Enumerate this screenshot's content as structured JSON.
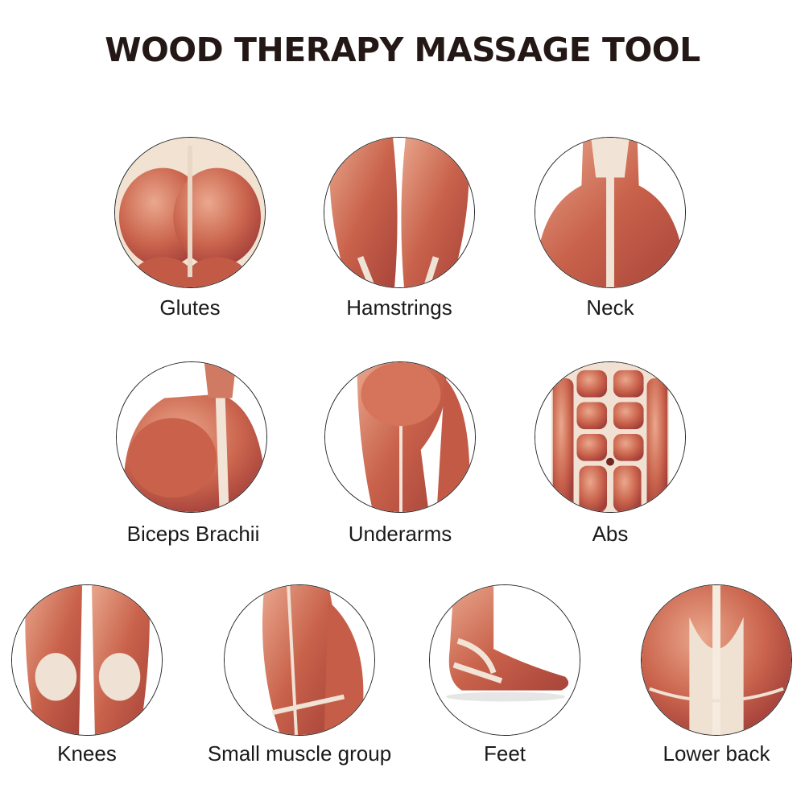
{
  "title": "WOOD THERAPY MASSAGE TOOL",
  "colors": {
    "muscle": "#c8604a",
    "muscle_light": "#e39a80",
    "tendon": "#efe3d6",
    "text": "#231815"
  },
  "areas": [
    {
      "label": "Glutes",
      "icon": "glutes-illustration"
    },
    {
      "label": "Hamstrings",
      "icon": "hamstrings-illustration"
    },
    {
      "label": "Neck",
      "icon": "neck-illustration"
    },
    {
      "label": "Biceps Brachii",
      "icon": "biceps-brachii-illustration"
    },
    {
      "label": "Underarms",
      "icon": "underarms-illustration"
    },
    {
      "label": "Abs",
      "icon": "abs-illustration"
    },
    {
      "label": "Knees",
      "icon": "knees-illustration"
    },
    {
      "label": "Small muscle group",
      "icon": "small-muscle-group-illustration"
    },
    {
      "label": "Feet",
      "icon": "feet-illustration"
    },
    {
      "label": "Lower back",
      "icon": "lower-back-illustration"
    }
  ]
}
